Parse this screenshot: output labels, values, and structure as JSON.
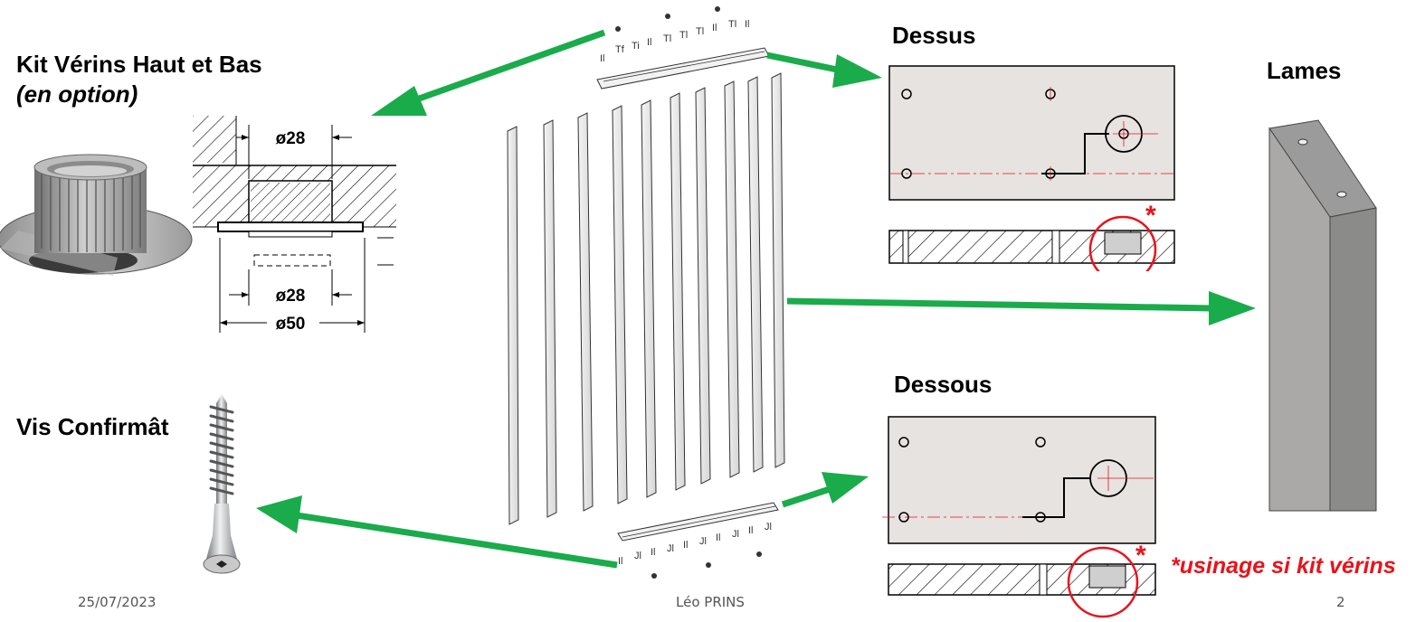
{
  "left": {
    "kit_title": "Kit Vérins Haut et Bas",
    "kit_subtitle": "(en option)",
    "screw_title": "Vis Confirmât"
  },
  "dimensions": {
    "top": "ø28",
    "middle": "ø28",
    "bottom": "ø50"
  },
  "right": {
    "top_title": "Dessus",
    "bottom_title": "Dessous",
    "blade_title": "Lames",
    "star": "*",
    "note": "*usinage si kit vérins"
  },
  "footer": {
    "date": "25/07/2023",
    "author": "Léo PRINS",
    "page": "2"
  },
  "colors": {
    "arrow": "#1aab4b",
    "red": "#e8131b",
    "plate": "#e6e3e1"
  },
  "icons": [
    "leveler-photo",
    "leveler-section-drawing",
    "confirmat-screw-photo",
    "exploded-assembly",
    "blade-3d"
  ]
}
